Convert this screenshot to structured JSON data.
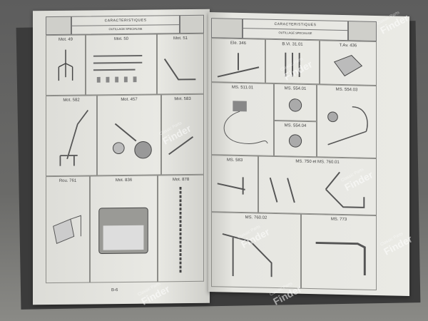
{
  "left_page": {
    "header_title": "CARACTERISTIQUES",
    "header_subtitle": "OUTILLAGE SPECIALISE",
    "tools": [
      {
        "label": "Mot. 49"
      },
      {
        "label": "Mot. 50"
      },
      {
        "label": "Mot. 51"
      },
      {
        "label": "Mot. 582"
      },
      {
        "label": "Mot. 457"
      },
      {
        "label": "Mot. 583"
      },
      {
        "label": "Rou. 761"
      },
      {
        "label": "Mot. 836"
      },
      {
        "label": "Mot. 878"
      }
    ],
    "page_number": "B-6"
  },
  "right_page": {
    "header_title": "CARACTERISTIQUES",
    "header_subtitle": "OUTILLAGE SPECIALISE",
    "tools": [
      {
        "label": "Ele. 346"
      },
      {
        "label": "B.Vi. 31.01"
      },
      {
        "label": "T.Av. 436"
      },
      {
        "label": "MS. 511.01"
      },
      {
        "label": "MS. 554.01"
      },
      {
        "label": "MS. 554.04"
      },
      {
        "label": "MS. 554.03"
      },
      {
        "label": "MS. 583"
      },
      {
        "label": "MS. 750 et MS. 760.01"
      },
      {
        "label": "MS. 760.02"
      },
      {
        "label": "MS. 773"
      }
    ]
  },
  "watermark": {
    "line1": "Classic Parts",
    "line2": "Finder"
  }
}
